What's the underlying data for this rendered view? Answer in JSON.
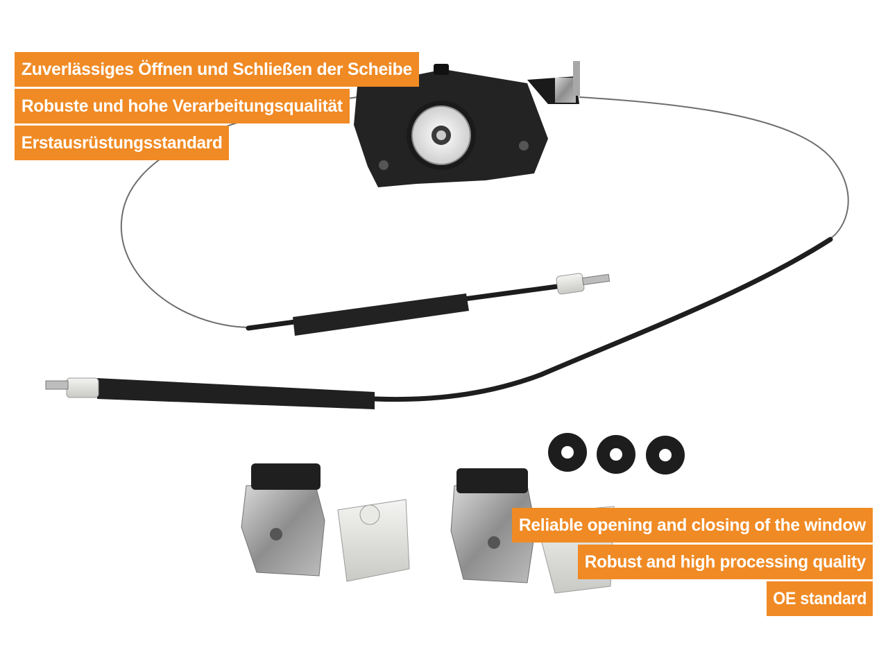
{
  "features_de": [
    "Zuverlässiges Öffnen und Schließen der Scheibe",
    "Robuste und hohe Verarbeitungsqualität",
    "Erstausrüstungsstandard"
  ],
  "features_en": [
    "Reliable opening and closing of the window",
    "Robust and high processing quality",
    "OE standard"
  ],
  "colors": {
    "tag_background": "#f08a24",
    "tag_text": "#ffffff",
    "background": "#ffffff"
  }
}
